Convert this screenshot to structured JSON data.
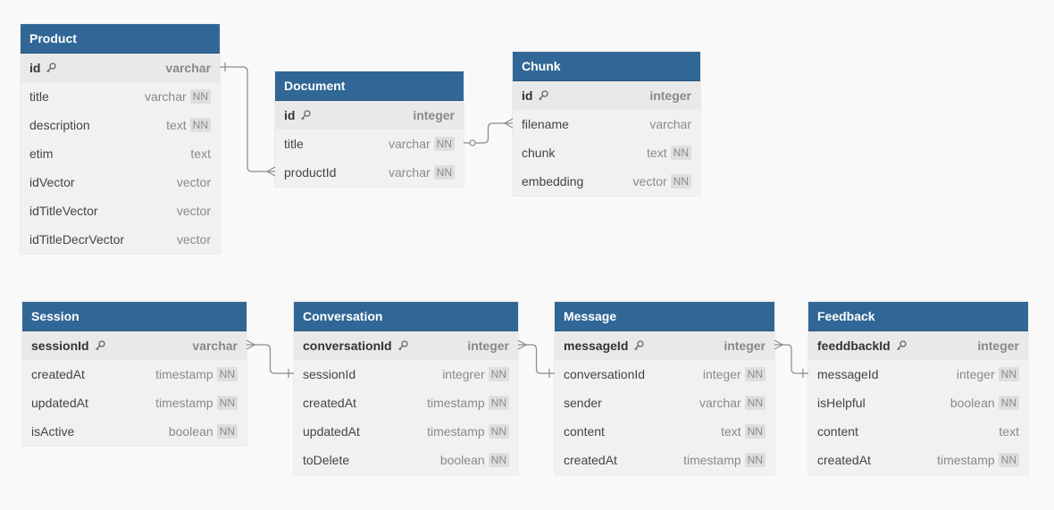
{
  "diagram": {
    "tables": [
      {
        "id": "product",
        "name": "Product",
        "fields": [
          {
            "name": "id",
            "type": "varchar",
            "pk": true,
            "nn": false
          },
          {
            "name": "title",
            "type": "varchar",
            "pk": false,
            "nn": true
          },
          {
            "name": "description",
            "type": "text",
            "pk": false,
            "nn": true
          },
          {
            "name": "etim",
            "type": "text",
            "pk": false,
            "nn": false
          },
          {
            "name": "idVector",
            "type": "vector",
            "pk": false,
            "nn": false
          },
          {
            "name": "idTitleVector",
            "type": "vector",
            "pk": false,
            "nn": false
          },
          {
            "name": "idTitleDecrVector",
            "type": "vector",
            "pk": false,
            "nn": false
          }
        ]
      },
      {
        "id": "document",
        "name": "Document",
        "fields": [
          {
            "name": "id",
            "type": "integer",
            "pk": true,
            "nn": false
          },
          {
            "name": "title",
            "type": "varchar",
            "pk": false,
            "nn": true
          },
          {
            "name": "productId",
            "type": "varchar",
            "pk": false,
            "nn": true
          }
        ]
      },
      {
        "id": "chunk",
        "name": "Chunk",
        "fields": [
          {
            "name": "id",
            "type": "integer",
            "pk": true,
            "nn": false
          },
          {
            "name": "filename",
            "type": "varchar",
            "pk": false,
            "nn": false
          },
          {
            "name": "chunk",
            "type": "text",
            "pk": false,
            "nn": true
          },
          {
            "name": "embedding",
            "type": "vector",
            "pk": false,
            "nn": true
          }
        ]
      },
      {
        "id": "session",
        "name": "Session",
        "fields": [
          {
            "name": "sessionId",
            "type": "varchar",
            "pk": true,
            "nn": false
          },
          {
            "name": "createdAt",
            "type": "timestamp",
            "pk": false,
            "nn": true
          },
          {
            "name": "updatedAt",
            "type": "timestamp",
            "pk": false,
            "nn": true
          },
          {
            "name": "isActive",
            "type": "boolean",
            "pk": false,
            "nn": true
          }
        ]
      },
      {
        "id": "conversation",
        "name": "Conversation",
        "fields": [
          {
            "name": "conversationId",
            "type": "integer",
            "pk": true,
            "nn": false
          },
          {
            "name": "sessionId",
            "type": "integrer",
            "pk": false,
            "nn": true
          },
          {
            "name": "createdAt",
            "type": "timestamp",
            "pk": false,
            "nn": true
          },
          {
            "name": "updatedAt",
            "type": "timestamp",
            "pk": false,
            "nn": true
          },
          {
            "name": "toDelete",
            "type": "boolean",
            "pk": false,
            "nn": true
          }
        ]
      },
      {
        "id": "message",
        "name": "Message",
        "fields": [
          {
            "name": "messageId",
            "type": "integer",
            "pk": true,
            "nn": false
          },
          {
            "name": "conversationId",
            "type": "integer",
            "pk": false,
            "nn": true
          },
          {
            "name": "sender",
            "type": "varchar",
            "pk": false,
            "nn": true
          },
          {
            "name": "content",
            "type": "text",
            "pk": false,
            "nn": true
          },
          {
            "name": "createdAt",
            "type": "timestamp",
            "pk": false,
            "nn": true
          }
        ]
      },
      {
        "id": "feedback",
        "name": "Feedback",
        "fields": [
          {
            "name": "feeddbackId",
            "type": "integer",
            "pk": true,
            "nn": false
          },
          {
            "name": "messageId",
            "type": "integer",
            "pk": false,
            "nn": true
          },
          {
            "name": "isHelpful",
            "type": "boolean",
            "pk": false,
            "nn": true
          },
          {
            "name": "content",
            "type": "text",
            "pk": false,
            "nn": false
          },
          {
            "name": "createdAt",
            "type": "timestamp",
            "pk": false,
            "nn": true
          }
        ]
      }
    ],
    "relations": [
      {
        "from": "product.id",
        "from_end": "one",
        "to": "document.productId",
        "to_end": "many"
      },
      {
        "from": "document.title",
        "from_end": "zero-or-one",
        "to": "chunk.filename",
        "to_end": "many"
      },
      {
        "from": "session.sessionId",
        "from_end": "many",
        "to": "conversation.sessionId",
        "to_end": "one"
      },
      {
        "from": "conversation.conversationId",
        "from_end": "many",
        "to": "message.conversationId",
        "to_end": "one"
      },
      {
        "from": "message.messageId",
        "from_end": "many",
        "to": "feedback.messageId",
        "to_end": "one"
      }
    ],
    "nn_label": "NN",
    "key_icon": "key-icon",
    "colors": {
      "header": "#316796",
      "header_text": "#ffffff",
      "body": "#f1f1f1",
      "pk_row": "#e9e9e9",
      "connector": "#8a8a8a",
      "background": "#f9f9f9"
    }
  }
}
